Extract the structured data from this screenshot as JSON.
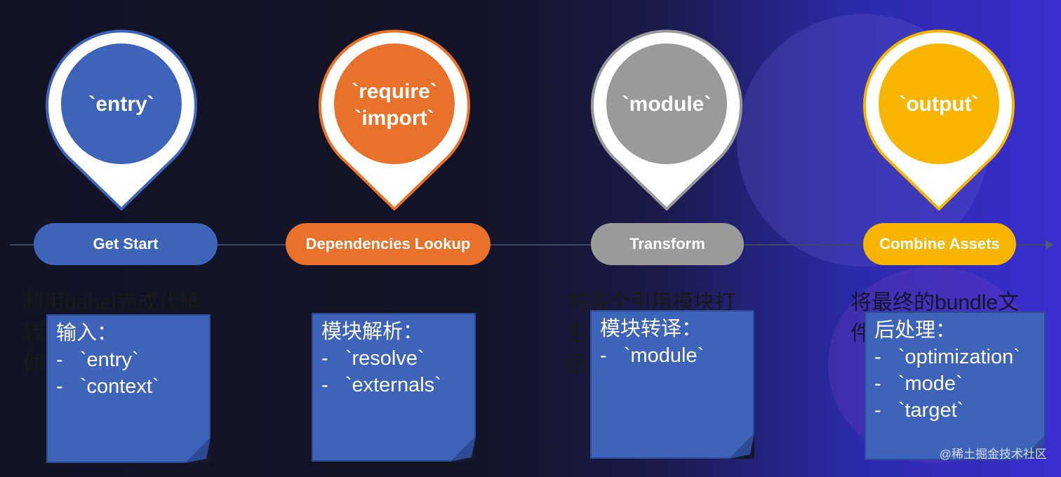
{
  "colors": {
    "blue": "#3d64b8",
    "orange": "#e8722a",
    "gray": "#9a9a9a",
    "yellow": "#f7b500"
  },
  "stages": [
    {
      "pin_lines": [
        "`entry`"
      ],
      "pill": "Get Start",
      "under_text": [
        "利用babel完成代码",
        "转",
        "件"
      ],
      "note_title": "输入：",
      "note_items": [
        "-   `entry`",
        "-   `context`"
      ]
    },
    {
      "pin_lines": [
        "`require`",
        "`import`"
      ],
      "pill": "Dependencies Lookup",
      "under_text": [],
      "note_title": "模块解析：",
      "note_items": [
        "-   `resolve`",
        "-   `externals`"
      ]
    },
    {
      "pin_lines": [
        "`module`"
      ],
      "pill": "Transform",
      "under_text": [
        "将各个引用模块打",
        "包",
        "函"
      ],
      "note_title": "模块转译：",
      "note_items": [
        "-   `module`"
      ]
    },
    {
      "pin_lines": [
        "`output`"
      ],
      "pill": "Combine Assets",
      "under_text": [
        "将最终的bundle文",
        "件"
      ],
      "note_title": "后处理：",
      "note_items": [
        "-   `optimization`",
        "-   `mode`",
        "-   `target`"
      ]
    }
  ],
  "watermark": "@稀土掘金技术社区"
}
